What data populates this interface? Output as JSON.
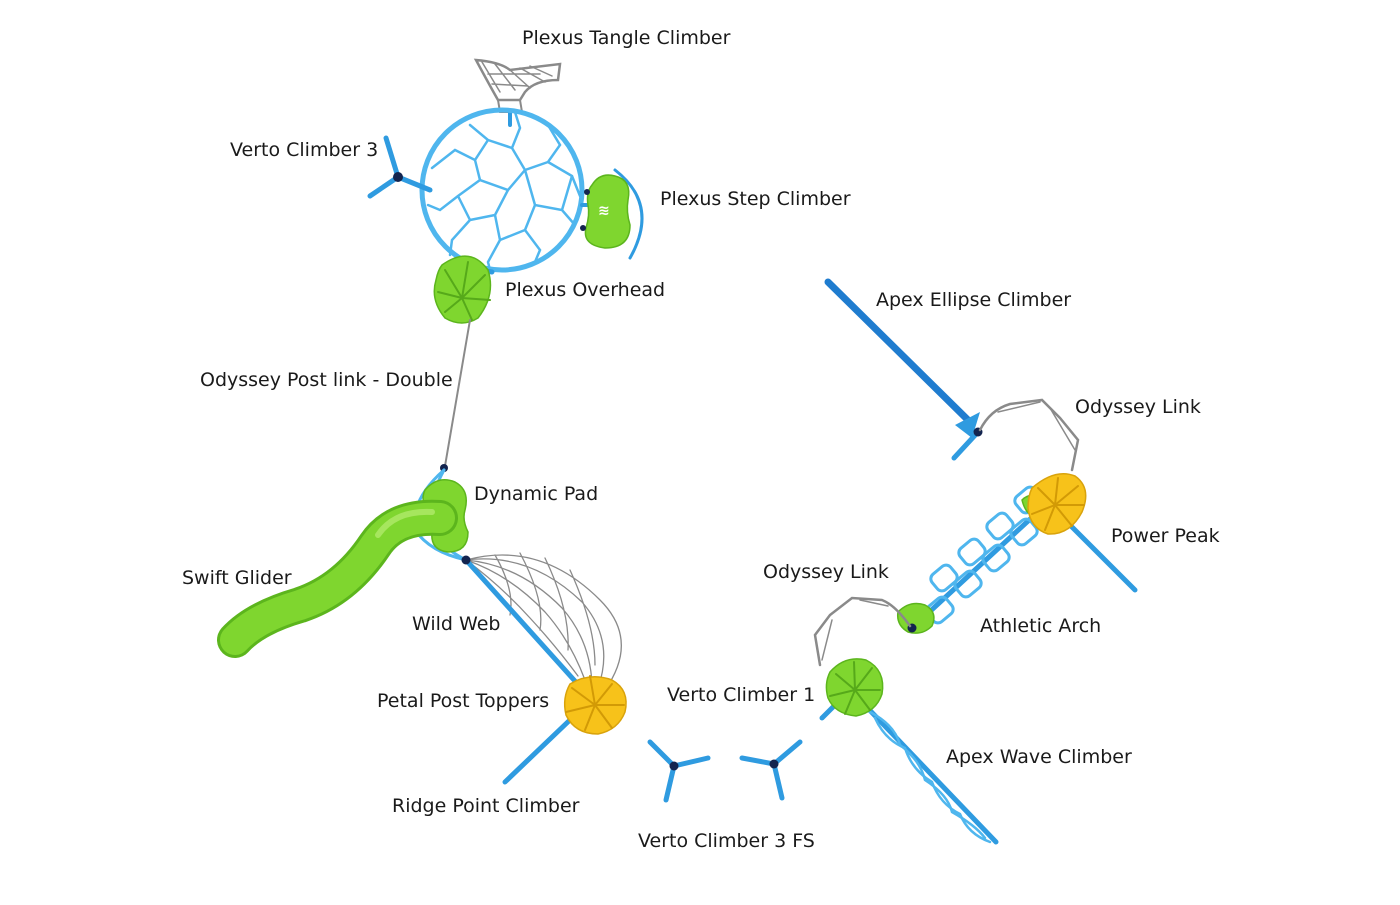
{
  "diagram": {
    "labels": {
      "plexus_tangle_climber": "Plexus Tangle Climber",
      "verto_climber_3": "Verto Climber 3",
      "plexus_step_climber": "Plexus Step Climber",
      "plexus_overhead": "Plexus Overhead",
      "apex_ellipse_climber": "Apex Ellipse Climber",
      "odyssey_post_link_double": "Odyssey Post link - Double",
      "odyssey_link_upper": "Odyssey Link",
      "dynamic_pad": "Dynamic Pad",
      "power_peak": "Power Peak",
      "swift_glider": "Swift Glider",
      "odyssey_link_lower": "Odyssey Link",
      "wild_web": "Wild Web",
      "athletic_arch": "Athletic Arch",
      "petal_post_toppers": "Petal Post Toppers",
      "verto_climber_1": "Verto Climber 1",
      "apex_wave_climber": "Apex Wave Climber",
      "ridge_point_climber": "Ridge Point Climber",
      "verto_climber_3_fs": "Verto Climber 3 FS"
    },
    "colors": {
      "pipe": "#2f9be0",
      "green": "#7fd62f",
      "yellow": "#f7c21a",
      "node": "#13244f",
      "cable": "#8a8a8a"
    }
  }
}
